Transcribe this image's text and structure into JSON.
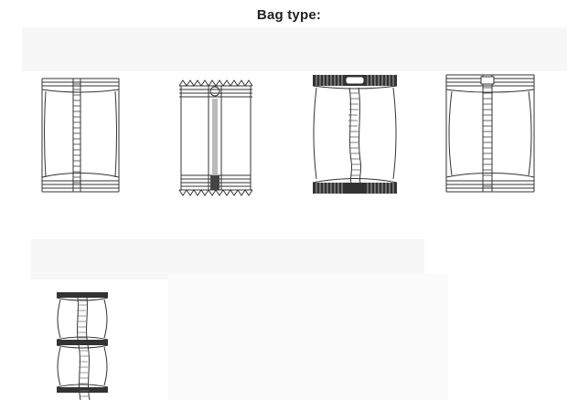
{
  "heading": "Bag type:",
  "bag_types": [
    {
      "id": "pillow-bag-plain",
      "icon": "pillow-bag-icon"
    },
    {
      "id": "pillow-bag-serrated",
      "icon": "serrated-pillow-bag-icon"
    },
    {
      "id": "pillow-bag-hang-hole",
      "icon": "hang-hole-bag-icon"
    },
    {
      "id": "pillow-bag-gusset",
      "icon": "gusset-bag-icon"
    },
    {
      "id": "linked-bags",
      "icon": "linked-bags-icon"
    }
  ]
}
